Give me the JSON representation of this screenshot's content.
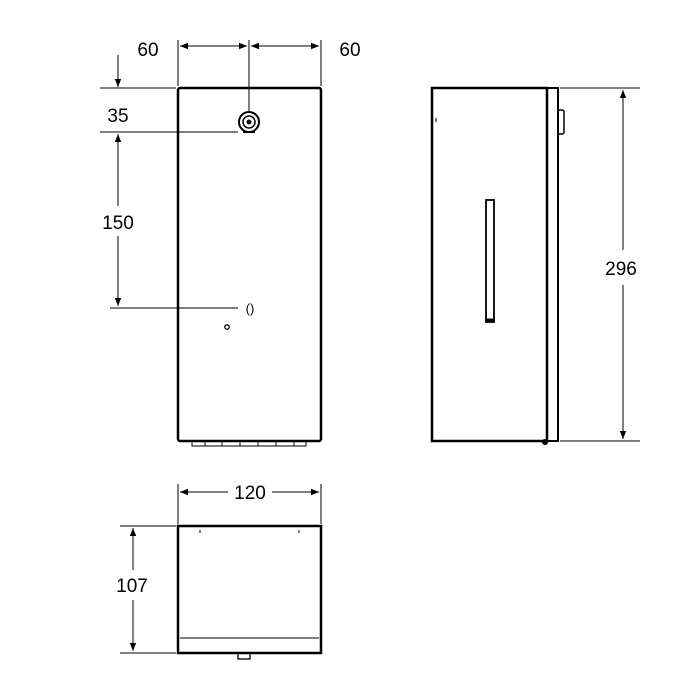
{
  "drawing": {
    "front_view": {
      "dim_left_offset": "60",
      "dim_right_offset": "60",
      "dim_top_to_lock": "35",
      "dim_lock_to_sensor": "150"
    },
    "side_view": {
      "dim_height": "296"
    },
    "bottom_view": {
      "dim_width": "120",
      "dim_depth": "107"
    },
    "colors": {
      "line": "#000000",
      "background": "#ffffff"
    }
  }
}
